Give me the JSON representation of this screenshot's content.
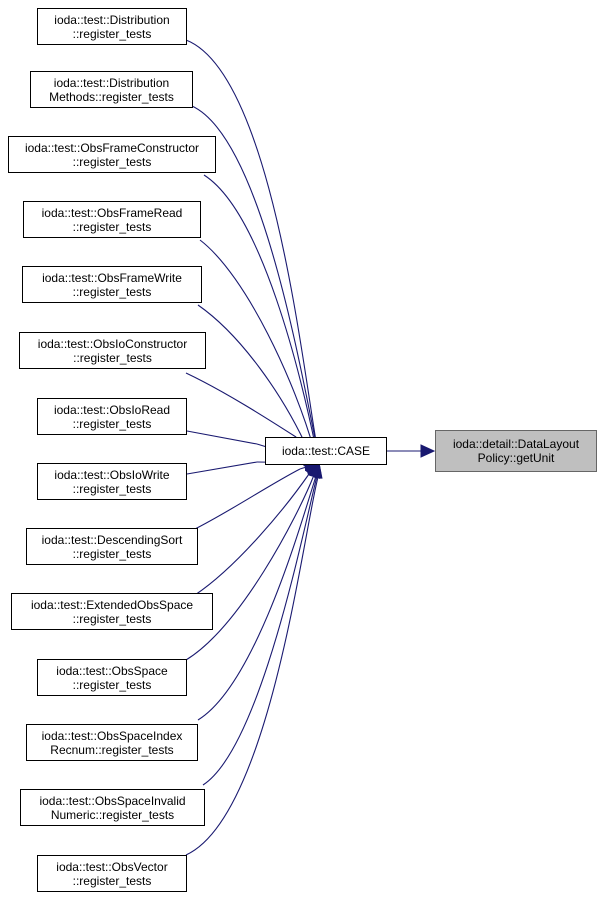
{
  "colors": {
    "edge": "#191970",
    "node_border": "#000000",
    "focus_fill": "#bfbfbf",
    "focus_border": "#666666"
  },
  "nodes": [
    {
      "id": "n0",
      "lines": [
        "ioda::test::Distribution",
        "::register_tests"
      ]
    },
    {
      "id": "n1",
      "lines": [
        "ioda::test::Distribution",
        "Methods::register_tests"
      ]
    },
    {
      "id": "n2",
      "lines": [
        "ioda::test::ObsFrameConstructor",
        "::register_tests"
      ]
    },
    {
      "id": "n3",
      "lines": [
        "ioda::test::ObsFrameRead",
        "::register_tests"
      ]
    },
    {
      "id": "n4",
      "lines": [
        "ioda::test::ObsFrameWrite",
        "::register_tests"
      ]
    },
    {
      "id": "n5",
      "lines": [
        "ioda::test::ObsIoConstructor",
        "::register_tests"
      ]
    },
    {
      "id": "n6",
      "lines": [
        "ioda::test::ObsIoRead",
        "::register_tests"
      ]
    },
    {
      "id": "n7",
      "lines": [
        "ioda::test::ObsIoWrite",
        "::register_tests"
      ]
    },
    {
      "id": "n8",
      "lines": [
        "ioda::test::DescendingSort",
        "::register_tests"
      ]
    },
    {
      "id": "n9",
      "lines": [
        "ioda::test::ExtendedObsSpace",
        "::register_tests"
      ]
    },
    {
      "id": "n10",
      "lines": [
        "ioda::test::ObsSpace",
        "::register_tests"
      ]
    },
    {
      "id": "n11",
      "lines": [
        "ioda::test::ObsSpaceIndex",
        "Recnum::register_tests"
      ]
    },
    {
      "id": "n12",
      "lines": [
        "ioda::test::ObsSpaceInvalid",
        "Numeric::register_tests"
      ]
    },
    {
      "id": "n13",
      "lines": [
        "ioda::test::ObsVector",
        "::register_tests"
      ]
    },
    {
      "id": "case",
      "lines": [
        "ioda::test::CASE"
      ]
    },
    {
      "id": "getunit",
      "lines": [
        "ioda::detail::DataLayout",
        "Policy::getUnit"
      ],
      "focus": true
    }
  ],
  "edges": [
    {
      "from": "n0",
      "to": "case"
    },
    {
      "from": "n1",
      "to": "case"
    },
    {
      "from": "n2",
      "to": "case"
    },
    {
      "from": "n3",
      "to": "case"
    },
    {
      "from": "n4",
      "to": "case"
    },
    {
      "from": "n5",
      "to": "case"
    },
    {
      "from": "n6",
      "to": "case"
    },
    {
      "from": "n7",
      "to": "case"
    },
    {
      "from": "n8",
      "to": "case"
    },
    {
      "from": "n9",
      "to": "case"
    },
    {
      "from": "n10",
      "to": "case"
    },
    {
      "from": "n11",
      "to": "case"
    },
    {
      "from": "n12",
      "to": "case"
    },
    {
      "from": "n13",
      "to": "case"
    },
    {
      "from": "case",
      "to": "getunit"
    }
  ]
}
